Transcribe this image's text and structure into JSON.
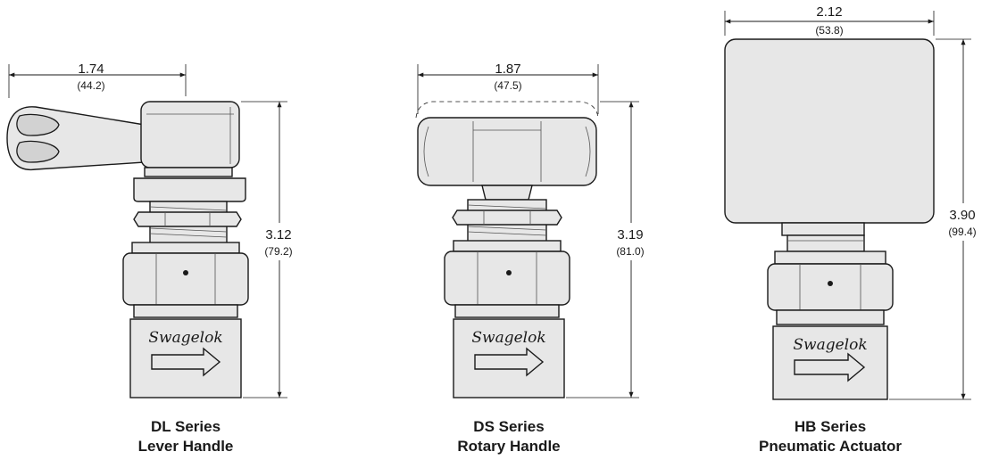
{
  "valves": [
    {
      "series": "DL Series",
      "actuator": "Lever Handle",
      "brand": "Swagelok",
      "width_dim": {
        "in": "1.74",
        "mm": "(44.2)"
      },
      "height_dim": {
        "in": "3.12",
        "mm": "(79.2)"
      }
    },
    {
      "series": "DS Series",
      "actuator": "Rotary Handle",
      "brand": "Swagelok",
      "width_dim": {
        "in": "1.87",
        "mm": "(47.5)"
      },
      "height_dim": {
        "in": "3.19",
        "mm": "(81.0)"
      }
    },
    {
      "series": "HB Series",
      "actuator": "Pneumatic Actuator",
      "brand": "Swagelok",
      "width_dim": {
        "in": "2.12",
        "mm": "(53.8)"
      },
      "height_dim": {
        "in": "3.90",
        "mm": "(99.4)"
      }
    }
  ]
}
